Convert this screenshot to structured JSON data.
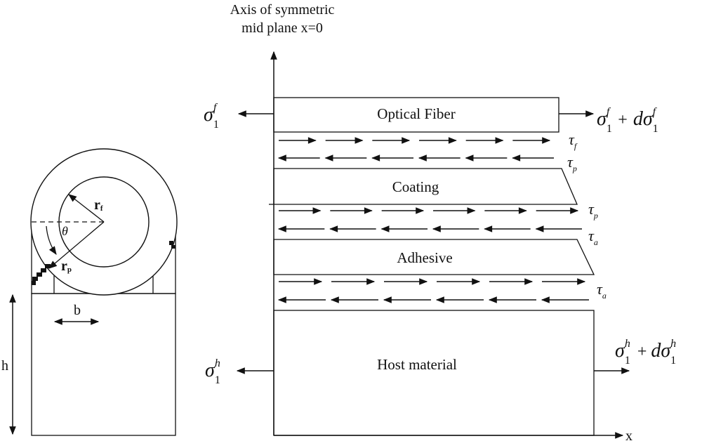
{
  "axis": {
    "title_line1": "Axis of symmetric",
    "title_line2": "mid plane x=0",
    "x_label": "x"
  },
  "layers": {
    "fiber": "Optical Fiber",
    "coating": "Coating",
    "adhesive": "Adhesive",
    "host": "Host material"
  },
  "stress": {
    "sigma": "σ",
    "one": "1",
    "f": "f",
    "h": "h",
    "plus": "+",
    "d": "d"
  },
  "shear": {
    "tau": "τ",
    "f": "f",
    "p": "p",
    "a": "a"
  },
  "cross_section": {
    "r_f": "r",
    "r_f_sub": "f",
    "r_p": "r",
    "r_p_sub": "p",
    "theta": "θ",
    "b": "b",
    "h": "h"
  }
}
